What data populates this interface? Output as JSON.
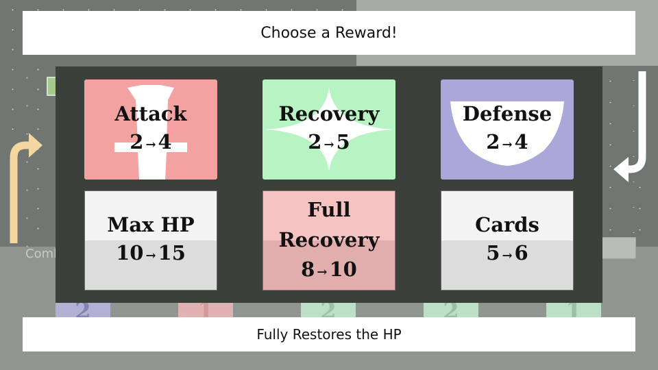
{
  "header": {
    "title": "Choose a Reward!"
  },
  "footer": {
    "description": "Fully Restores the HP"
  },
  "background": {
    "combo_label": "Comb"
  },
  "rewards": [
    {
      "id": "attack",
      "name": "Attack",
      "from": "2",
      "arrow": "→",
      "to": "4",
      "color": "#f4a1a1",
      "icon": "sword-icon"
    },
    {
      "id": "recovery",
      "name": "Recovery",
      "from": "2",
      "arrow": "→",
      "to": "5",
      "color": "#b7f3c3",
      "icon": "sparkle-icon"
    },
    {
      "id": "defense",
      "name": "Defense",
      "from": "2",
      "arrow": "→",
      "to": "4",
      "color": "#a9a8d8",
      "icon": "shield-icon"
    },
    {
      "id": "max-hp",
      "name": "Max HP",
      "from": "10",
      "arrow": "→",
      "to": "15",
      "color_top": "#f4f4f4",
      "color_bottom": "#dcdcdc"
    },
    {
      "id": "full-recovery",
      "name_line1": "Full",
      "name_line2": "Recovery",
      "from": "8",
      "arrow": "→",
      "to": "10",
      "color_top": "#f6c3c3",
      "color_bottom": "#e2adad"
    },
    {
      "id": "cards",
      "name": "Cards",
      "from": "5",
      "arrow": "→",
      "to": "6",
      "color_top": "#f4f4f4",
      "color_bottom": "#dcdcdc"
    }
  ],
  "bottom_cards": [
    {
      "label": "2",
      "color": "#b8b8df",
      "text_color": "#8080c0"
    },
    {
      "label": "1",
      "color": "#efb9b9",
      "text_color": "#d99a9a"
    },
    {
      "label": "2",
      "color": "#c6ecd0",
      "text_color": "#9ec8a8"
    },
    {
      "label": "2",
      "color": "#c6ecd0",
      "text_color": "#9ec8a8"
    },
    {
      "label": "1",
      "color": "#c6ecd0",
      "text_color": "#9ec8a8"
    }
  ],
  "colors": {
    "panel": "#3b403b",
    "banner": "#ffffff",
    "arrow": "#f5d7a0"
  }
}
